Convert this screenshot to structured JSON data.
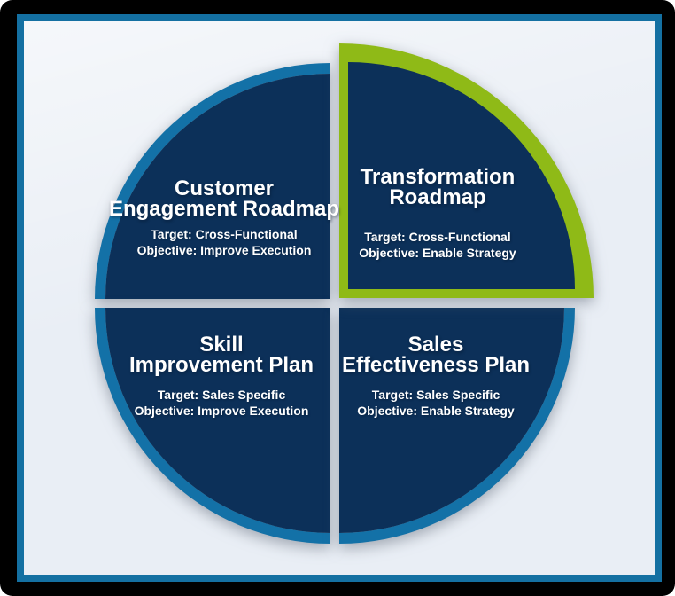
{
  "diagram": {
    "type": "quadrant-circle",
    "quadrants": {
      "top_left": {
        "title_line1": "Customer",
        "title_line2": "Engagement Roadmap",
        "target": "Target: Cross-Functional",
        "objective": "Objective: Improve Execution",
        "highlighted": false
      },
      "top_right": {
        "title_line1": "Transformation",
        "title_line2": "Roadmap",
        "target": "Target: Cross-Functional",
        "objective": "Objective: Enable Strategy",
        "highlighted": true
      },
      "bottom_left": {
        "title_line1": "Skill",
        "title_line2": "Improvement Plan",
        "target": "Target: Sales Specific",
        "objective": "Objective: Improve Execution",
        "highlighted": false
      },
      "bottom_right": {
        "title_line1": "Sales",
        "title_line2": "Effectiveness Plan",
        "target": "Target: Sales Specific",
        "objective": "Objective: Enable Strategy",
        "highlighted": false
      }
    }
  },
  "colors": {
    "navy": "#0C3059",
    "ring_blue": "#1371A7",
    "highlight_green": "#8FBA17",
    "background_light": "#E9EEF5",
    "frame_border": "#1470A2",
    "frame_outer": "#000000",
    "text_white": "#FFFFFF"
  }
}
